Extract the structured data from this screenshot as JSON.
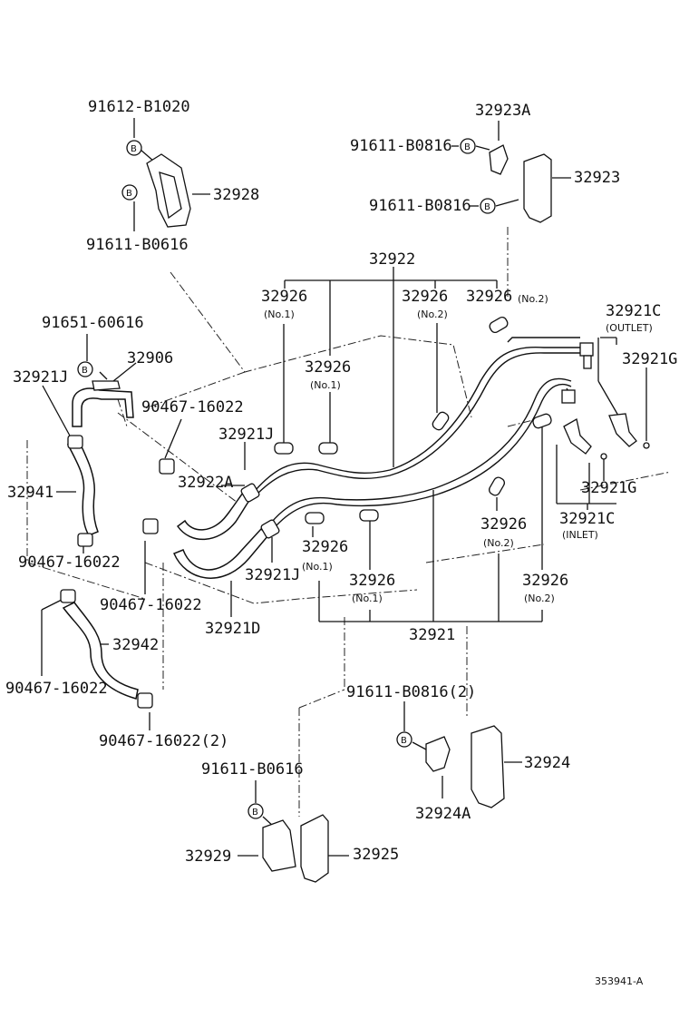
{
  "labels": {
    "p91612_b1020": "91612-B1020",
    "p32928": "32928",
    "p91611_b0616_top": "91611-B0616",
    "p32923a": "32923A",
    "p91611_b0816_a": "91611-B0816",
    "p32923": "32923",
    "p91611_b0816_b": "91611-B0816",
    "p32922": "32922",
    "p32926_1": "32926",
    "p32926_2": "32926",
    "p32926_3": "32926",
    "p32926_4": "32926",
    "p32926_5": "32926",
    "p32926_6": "32926",
    "p32926_7": "32926",
    "p32926_8": "32926",
    "p91651_60616": "91651-60616",
    "p32906": "32906",
    "p32921j_a": "32921J",
    "p90467_16022_a": "90467-16022",
    "p32921j_b": "32921J",
    "p32941": "32941",
    "p32922a": "32922A",
    "p90467_16022_b": "90467-16022",
    "p90467_16022_c": "90467-16022",
    "p32921j_c": "32921J",
    "p32921d": "32921D",
    "p32942": "32942",
    "p90467_16022_d": "90467-16022",
    "p90467_16022_2": "90467-16022(2)",
    "p32921c_out": "32921C",
    "p32921g_a": "32921G",
    "p32921g_b": "32921G",
    "p32921c_in": "32921C",
    "p32921": "32921",
    "p91611_b0816_2": "91611-B0816(2)",
    "p32924": "32924",
    "p32924a": "32924A",
    "p91611_b0616_bot": "91611-B0616",
    "p32929": "32929",
    "p32925": "32925",
    "ref": "353941-A"
  },
  "sublabels": {
    "no1_a": "(No.1)",
    "no1_b": "(No.1)",
    "no1_c": "(No.1)",
    "no1_d": "(No.1)",
    "no2_a": "(No.2)",
    "no2_b": "(No.2)",
    "no2_c": "(No.2)",
    "no2_d": "(No.2)",
    "outlet": "(OUTLET)",
    "inlet": "(INLET)"
  },
  "markers": {
    "b": "B"
  }
}
